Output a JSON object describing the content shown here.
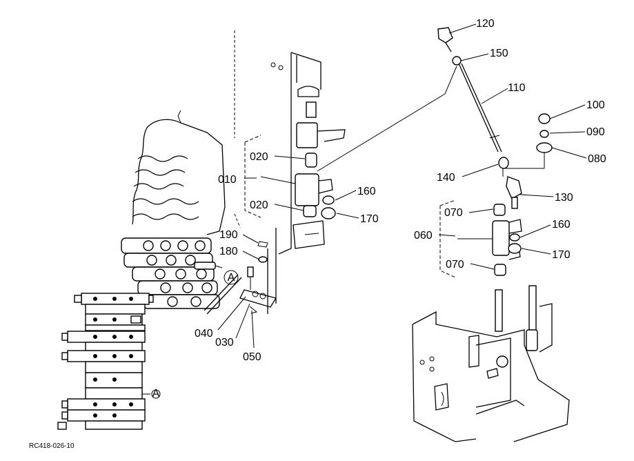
{
  "diagram": {
    "part_labels": {
      "p120": "120",
      "p150": "150",
      "p110": "110",
      "p100": "100",
      "p090": "090",
      "p080": "080",
      "p140": "140",
      "p130": "130",
      "p020a": "020",
      "p010": "010",
      "p020b": "020",
      "p160a": "160",
      "p170a": "170",
      "p190": "190",
      "p180": "180",
      "p040": "040",
      "p030": "030",
      "p050": "050",
      "p070a": "070",
      "p060": "060",
      "p160b": "160",
      "p170b": "170",
      "p070b": "070"
    },
    "callouts": {
      "a_large": "A",
      "a_small": "A"
    },
    "drawing_code": "RC418-026-10"
  }
}
